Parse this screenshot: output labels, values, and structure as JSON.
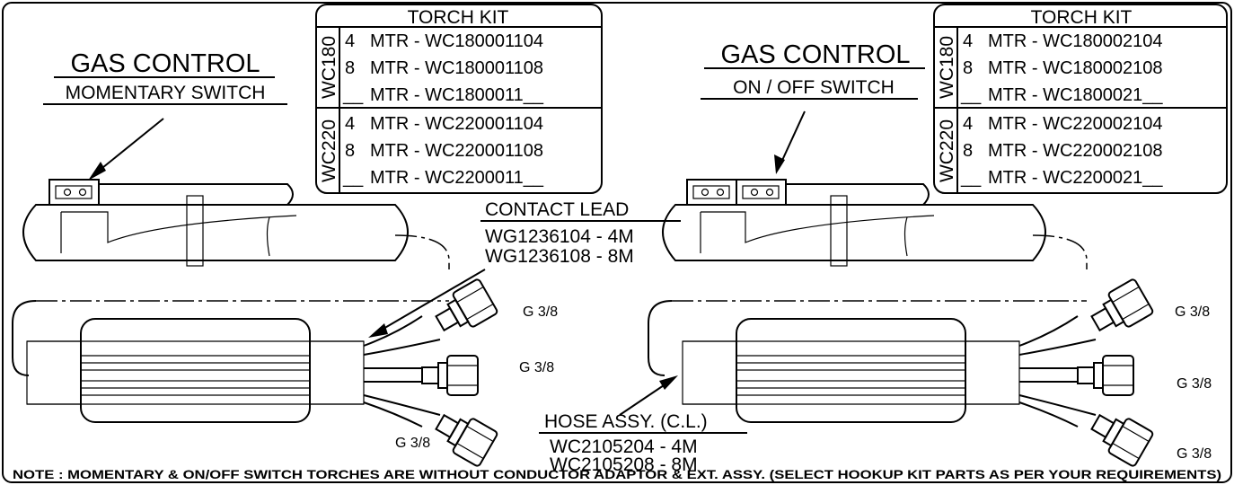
{
  "left": {
    "gas_control": "GAS CONTROL",
    "switch_label": "MOMENTARY SWITCH",
    "kit": {
      "title": "TORCH KIT",
      "groups": [
        {
          "code": "WC180",
          "rows": [
            {
              "len": "4",
              "part": "MTR - WC180001104"
            },
            {
              "len": "8",
              "part": "MTR - WC180001108"
            },
            {
              "len": "__",
              "part": "MTR - WC1800011__"
            }
          ]
        },
        {
          "code": "WC220",
          "rows": [
            {
              "len": "4",
              "part": "MTR - WC220001104"
            },
            {
              "len": "8",
              "part": "MTR - WC220001108"
            },
            {
              "len": "__",
              "part": "MTR - WC2200011__"
            }
          ]
        }
      ]
    },
    "fittings": [
      "G 3/8",
      "G 3/8",
      "G 3/8"
    ]
  },
  "right": {
    "gas_control": "GAS CONTROL",
    "switch_label": "ON / OFF SWITCH",
    "kit": {
      "title": "TORCH KIT",
      "groups": [
        {
          "code": "WC180",
          "rows": [
            {
              "len": "4",
              "part": "MTR - WC180002104"
            },
            {
              "len": "8",
              "part": "MTR - WC180002108"
            },
            {
              "len": "__",
              "part": "MTR - WC1800021__"
            }
          ]
        },
        {
          "code": "WC220",
          "rows": [
            {
              "len": "4",
              "part": "MTR - WC220002104"
            },
            {
              "len": "8",
              "part": "MTR - WC220002108"
            },
            {
              "len": "__",
              "part": "MTR - WC2200021__"
            }
          ]
        }
      ]
    },
    "fittings": [
      "G 3/8",
      "G 3/8",
      "G 3/8"
    ]
  },
  "contact_lead": {
    "title": "CONTACT LEAD",
    "parts": [
      "WG1236104 - 4M",
      "WG1236108 - 8M"
    ]
  },
  "hose_assy": {
    "title": "HOSE ASSY. (C.L.)",
    "parts": [
      "WC2105204 - 4M",
      "WC2105208 - 8M"
    ]
  },
  "note": "NOTE : MOMENTARY & ON/OFF SWITCH TORCHES ARE WITHOUT CONDUCTOR ADAPTOR & EXT. ASSY. (SELECT HOOKUP KIT PARTS AS PER YOUR REQUIREMENTS)"
}
